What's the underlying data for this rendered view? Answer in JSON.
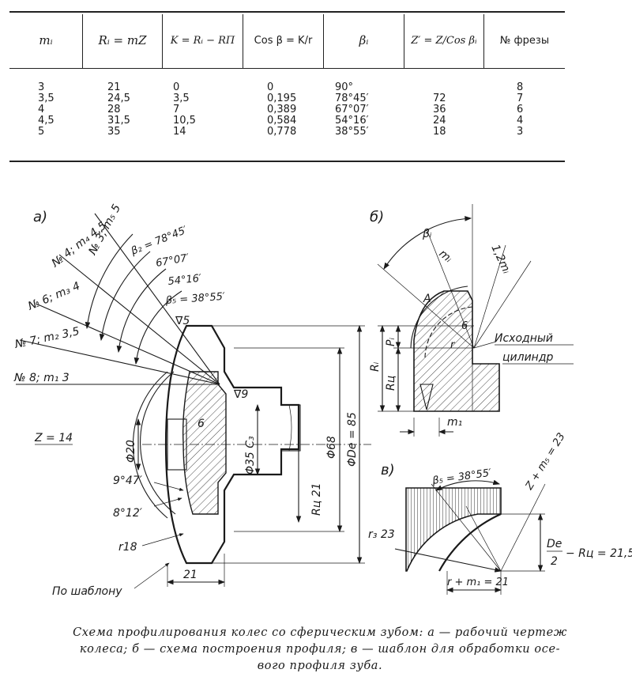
{
  "table": {
    "headers": [
      "mᵢ",
      "Rᵢ = mZ",
      "K = Rᵢ − RП",
      "Cos β = K/r",
      "βᵢ",
      "Z′ = Z/Cos βᵢ",
      "№ фрезы"
    ],
    "rows": [
      [
        "3",
        "21",
        "0",
        "0",
        "90°",
        "",
        "8"
      ],
      [
        "3,5",
        "24,5",
        "3,5",
        "0,195",
        "78°45′",
        "72",
        "7"
      ],
      [
        "4",
        "28",
        "7",
        "0,389",
        "67°07′",
        "36",
        "6"
      ],
      [
        "4,5",
        "31,5",
        "10,5",
        "0,584",
        "54°16′",
        "24",
        "4"
      ],
      [
        "5",
        "35",
        "14",
        "0,778",
        "38°55′",
        "18",
        "3"
      ]
    ]
  },
  "figure_a": {
    "label": "а)",
    "cutter_labels": [
      "№ 3; m₅ 5",
      "№ 4; m₄ 4,5",
      "№ 6; m₃ 4",
      "№ 7; m₂ 3,5",
      "№ 8; m₁ 3"
    ],
    "angle_labels": [
      "β₂ = 78°45′",
      "67°07′",
      "54°16′",
      "β₅ = 38°55′"
    ],
    "roughness": [
      "∇5",
      "∇9"
    ],
    "z_label": "Z = 14",
    "dims": {
      "d20": "Φ20",
      "six": "6",
      "d35": "Φ35 C₃",
      "rc21": "Rц 21",
      "d68": "Φ68",
      "dde": "ΦDe = 85",
      "a1": "9°47′",
      "a2": "8°12′",
      "r18": "r18",
      "w21": "21",
      "template": "По шаблону"
    }
  },
  "figure_b": {
    "label": "б)",
    "beta": "βᵢ",
    "mi": "mᵢ",
    "m12": "1,2mᵢ",
    "a": "A",
    "six": "6",
    "r": "r",
    "pi": "Pᵢ",
    "ri": "Rᵢ",
    "rc": "Rц",
    "m1": "m₁",
    "cyl1": "Исходный",
    "cyl2": "цилиндр"
  },
  "figure_c": {
    "label": "в)",
    "beta5": "β₅ = 38°55′",
    "zm": "Z + m₅ = 23",
    "r23": "r₃ 23",
    "de_num": "De",
    "de_den": "2",
    "de_rest": "− Rц = 21,5",
    "rm": "r + m₁ = 21"
  },
  "caption": [
    "Схема профилирования колес со сферическим зубом: а — рабочий чертеж",
    "колеса; б — схема построения профиля; в — шаблон для обработки осе-",
    "вого профиля зуба."
  ]
}
